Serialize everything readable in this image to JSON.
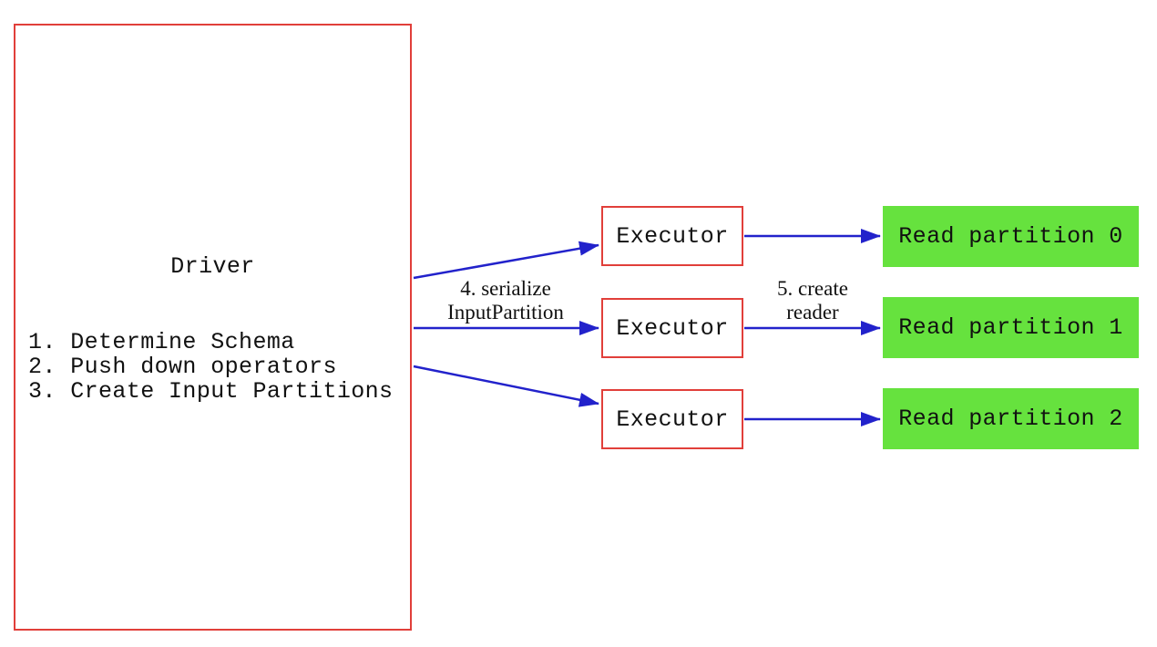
{
  "driver": {
    "title": "Driver",
    "steps": "1. Determine Schema\n2. Push down operators\n3. Create Input Partitions"
  },
  "executors": [
    "Executor",
    "Executor",
    "Executor"
  ],
  "partitions": [
    "Read partition 0",
    "Read partition 1",
    "Read partition 2"
  ],
  "edge_labels": {
    "serialize": {
      "line1": "4. serialize",
      "line2": "InputPartition"
    },
    "create_reader": {
      "line1": "5. create",
      "line2": "reader"
    }
  },
  "colors": {
    "box_border": "#e13f3a",
    "arrow": "#2222cb",
    "partition_fill": "#66e23e",
    "text": "#111111",
    "background": "#ffffff"
  }
}
